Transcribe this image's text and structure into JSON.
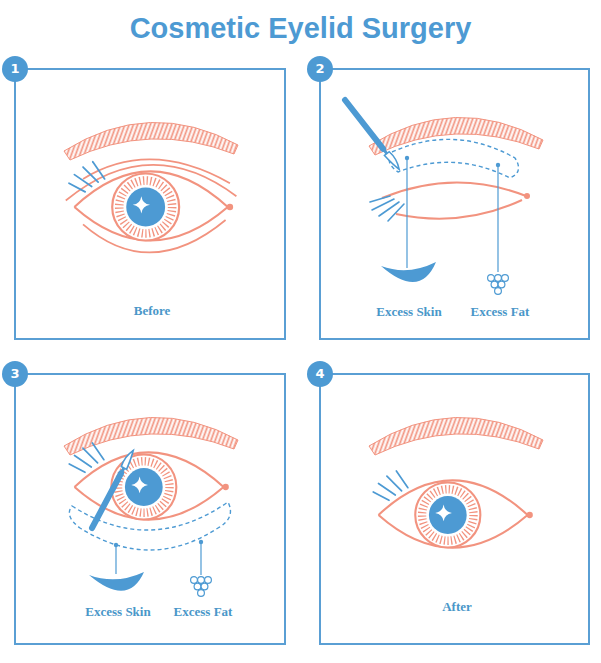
{
  "diagram": {
    "title": "Cosmetic Eyelid Surgery",
    "nodes": [
      {
        "text": [
          "Before"
        ]
      },
      {
        "text": [
          "1"
        ],
        "in": 0
      },
      {
        "text": [
          "Excess Skin",
          "Excess Fat"
        ]
      },
      {
        "text": [
          "2"
        ],
        "in": 2
      },
      {
        "text": [
          "Excess Skin",
          "Excess Fat"
        ]
      },
      {
        "text": [
          "3"
        ],
        "in": 4
      },
      {
        "text": [
          "After"
        ]
      },
      {
        "text": [
          "4"
        ],
        "in": 6
      }
    ]
  }
}
